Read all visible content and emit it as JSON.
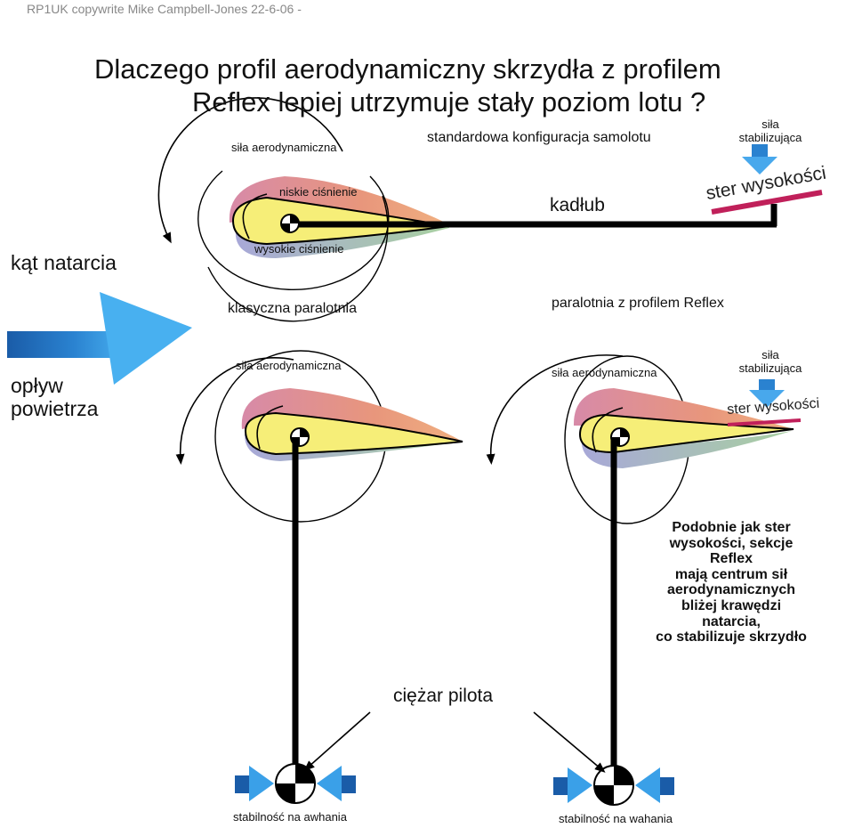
{
  "copyright": "RP1UK copywrite Mike Campbell-Jones 22-6-06 -",
  "title": {
    "line1": "Dlaczego  profil aerodynamiczny skrzydła z profilem",
    "line2": "Reflex lepiej utrzymuje stały poziom lotu ?"
  },
  "top_section": {
    "heading": "standardowa konfiguracja samolotu",
    "aero_force": "siła aerodynamiczna",
    "low_pressure": "niskie ciśnienie",
    "high_pressure": "wysokie ciśnienie",
    "fuselage": "kadłub",
    "elevator": "ster wysokości",
    "stabilizing_force_line1": "siła",
    "stabilizing_force_line2": "stabilizująca"
  },
  "left_labels": {
    "angle_of_attack": "kąt natarcia",
    "airflow_line1": "opływ",
    "airflow_line2": "powietrza"
  },
  "classic_paraglider": {
    "heading": "klasyczna paralotnia",
    "aero_force": "siła aerodynamiczna",
    "stability": "stabilność na awhania"
  },
  "reflex_paraglider": {
    "heading": "paralotnia z profilem Reflex",
    "aero_force": "siła aerodynamiczna",
    "stabilizing_force_line1": "siła",
    "stabilizing_force_line2": "stabilizująca",
    "elevator": "ster wysokości",
    "stability": "stabilność na wahania"
  },
  "pilot_weight": "ciężar pilota",
  "explanation": [
    "Podobnie jak ster",
    "wysokości, sekcje",
    "Reflex",
    "mają centrum sił",
    "aerodynamicznych",
    "bliżej krawędzi",
    "natarcia,",
    "co stabilizuje skrzydło"
  ],
  "colors": {
    "wing_top": "#e0909a",
    "wing_mid": "#f6ee78",
    "wing_bottom": "#9ec0a8",
    "flow_arrow": "#3aa0e8",
    "flow_arrow_dark": "#1a5ca8",
    "elevator": "#c0205a",
    "line": "#000000"
  }
}
